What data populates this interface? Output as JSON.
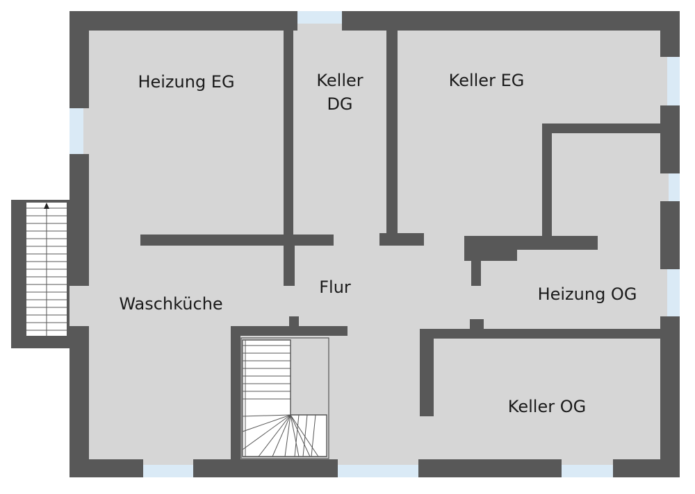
{
  "colors": {
    "floor": "#d6d6d6",
    "wall": "#585858",
    "window": "#daeaf6",
    "stair_fill": "#ffffff",
    "stair_line": "#555555",
    "text": "#1a1a1a"
  },
  "rooms": {
    "heizung_eg": "Heizung EG",
    "keller_dg_line1": "Keller",
    "keller_dg_line2": "DG",
    "keller_eg": "Keller EG",
    "flur": "Flur",
    "waschkueche": "Waschküche",
    "heizung_og": "Heizung OG",
    "keller_og": "Keller OG"
  }
}
